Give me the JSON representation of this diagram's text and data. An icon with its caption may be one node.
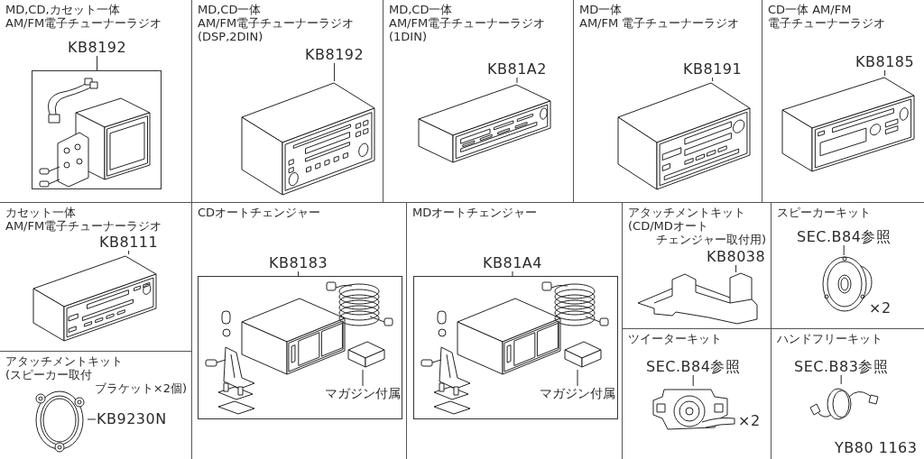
{
  "diagram": {
    "nodes": [
      {
        "text": [
          "MD,CD,カセット一体AM/FM電子チューナーラジオ"
        ]
      },
      {
        "text": [
          "KB8192"
        ],
        "in": 0
      },
      {
        "text": [],
        "shape": "box",
        "in": 0
      },
      {
        "text": [
          "MD,CD一体AM/FM電子チューナーラジオ(DSP,2DIN)"
        ]
      },
      {
        "text": [
          "KB8192"
        ],
        "in": 3
      },
      {
        "text": [],
        "shape": "picture",
        "in": 3
      },
      {
        "text": [
          "MD,CD一体AM/FM電子チューナーラジオ(1DIN)"
        ]
      },
      {
        "text": [
          "KB81A2"
        ],
        "in": 6
      },
      {
        "text": [],
        "shape": "picture",
        "in": 6
      },
      {
        "text": [
          "MD一体AM/FM 電子チューナーラジオ"
        ]
      },
      {
        "text": [
          "KB8191"
        ],
        "in": 9
      },
      {
        "text": [],
        "shape": "picture",
        "in": 9
      },
      {
        "text": [
          "CD一体 AM/FM電子チューナーラジオ"
        ]
      },
      {
        "text": [
          "KB8185"
        ],
        "in": 12
      },
      {
        "text": [],
        "shape": "picture",
        "in": 12
      },
      {
        "text": [
          "カセット一体AM/FM電子チューナーラジオ"
        ]
      },
      {
        "text": [
          "KB8111"
        ],
        "in": 15
      },
      {
        "text": [],
        "shape": "picture",
        "in": 15
      },
      {
        "text": [
          "アタッチメントキット(スピーカー取付ブラケット×2個)"
        ]
      },
      {
        "text": [
          "KB9230N"
        ],
        "in": 18
      },
      {
        "text": [],
        "shape": "picture",
        "in": 18
      },
      {
        "text": [
          "CDオートチェンジャー"
        ]
      },
      {
        "text": [
          "KB8183"
        ],
        "in": 21
      },
      {
        "text": [],
        "shape": "box",
        "in": 21
      },
      {
        "text": [],
        "shape": "picture",
        "in": 23
      },
      {
        "text": [
          "マガジン付属"
        ],
        "in": 23
      },
      {
        "text": [
          "MDオートチェンジャー"
        ]
      },
      {
        "text": [
          "KB81A4"
        ],
        "in": 26
      },
      {
        "text": [],
        "shape": "box",
        "in": 26
      },
      {
        "text": [],
        "shape": "picture",
        "in": 28
      },
      {
        "text": [
          "マガジン付属"
        ],
        "in": 28
      },
      {
        "text": [
          "アタッチメントキット(CD/MDオートチェンジャー取付用)"
        ]
      },
      {
        "text": [
          "KB8038"
        ],
        "in": 31
      },
      {
        "text": [],
        "shape": "picture",
        "in": 31
      },
      {
        "text": [
          "スピーカーキット"
        ]
      },
      {
        "text": [
          "SEC.B84参照"
        ],
        "in": 34
      },
      {
        "text": [],
        "shape": "picture",
        "in": 34,
        "beside": [
          "×2"
        ]
      },
      {
        "text": [
          "ツイーターキット"
        ]
      },
      {
        "text": [
          "SEC.B84参照"
        ],
        "in": 37
      },
      {
        "text": [],
        "shape": "picture",
        "in": 37,
        "beside": [
          "×2"
        ]
      },
      {
        "text": [
          "ハンドフリーキット"
        ]
      },
      {
        "text": [
          "SEC.B83参照"
        ],
        "in": 40
      },
      {
        "text": [],
        "shape": "picture",
        "in": 40
      }
    ],
    "edges": [
      {
        "from": 1,
        "to": 2,
        "arrow": "none"
      },
      {
        "from": 4,
        "to": 5,
        "arrow": "none"
      },
      {
        "from": 7,
        "to": 8,
        "arrow": "none"
      },
      {
        "from": 10,
        "to": 11,
        "arrow": "none"
      },
      {
        "from": 13,
        "to": 14,
        "arrow": "none"
      },
      {
        "from": 16,
        "to": 17,
        "arrow": "none"
      },
      {
        "from": 19,
        "to": 20,
        "arrow": "none"
      },
      {
        "from": 22,
        "to": 23,
        "arrow": "none"
      },
      {
        "from": 25,
        "to": 24,
        "arrow": "none"
      },
      {
        "from": 27,
        "to": 28,
        "arrow": "none"
      },
      {
        "from": 30,
        "to": 29,
        "arrow": "none"
      },
      {
        "from": 32,
        "to": 33,
        "arrow": "none"
      },
      {
        "from": 35,
        "to": 36,
        "arrow": "none"
      },
      {
        "from": 38,
        "to": 39,
        "arrow": "none"
      },
      {
        "from": 41,
        "to": 42,
        "arrow": "none"
      }
    ],
    "labels": [
      "YB80 1163"
    ]
  }
}
